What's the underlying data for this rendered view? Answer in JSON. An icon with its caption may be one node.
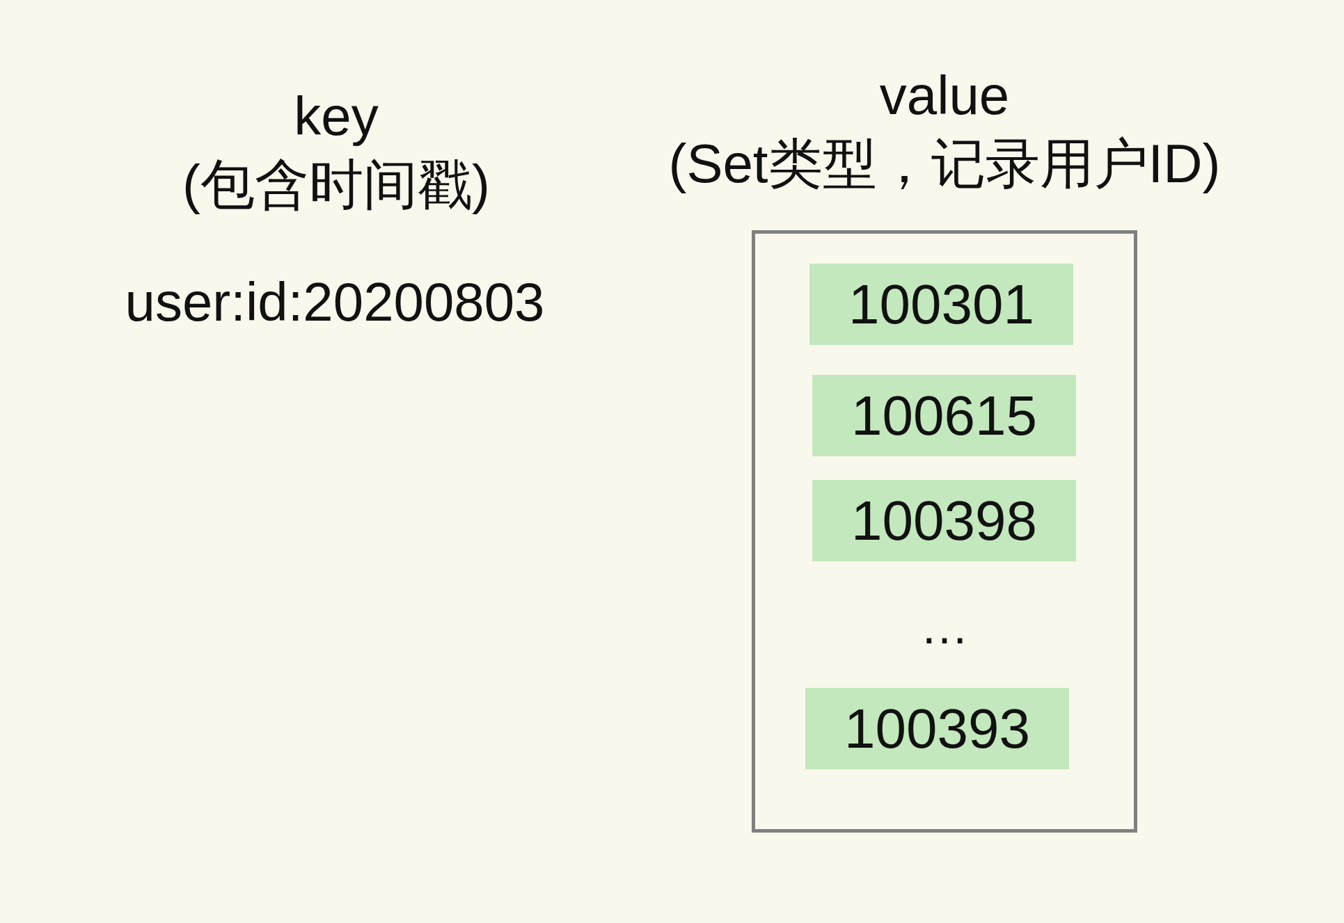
{
  "diagram": {
    "nodes": [
      {
        "text": [
          "value",
          "(Set类型，记录用户ID)"
        ]
      },
      {
        "text": [
          "100301"
        ],
        "in": 0
      },
      {
        "text": [
          "100615"
        ],
        "in": 0
      },
      {
        "text": [
          "100398"
        ],
        "in": 0
      },
      {
        "text": [
          "100393"
        ],
        "in": 0
      }
    ],
    "labels": [
      "key",
      "(包含时间戳)",
      "user:id:20200803",
      "…"
    ]
  }
}
